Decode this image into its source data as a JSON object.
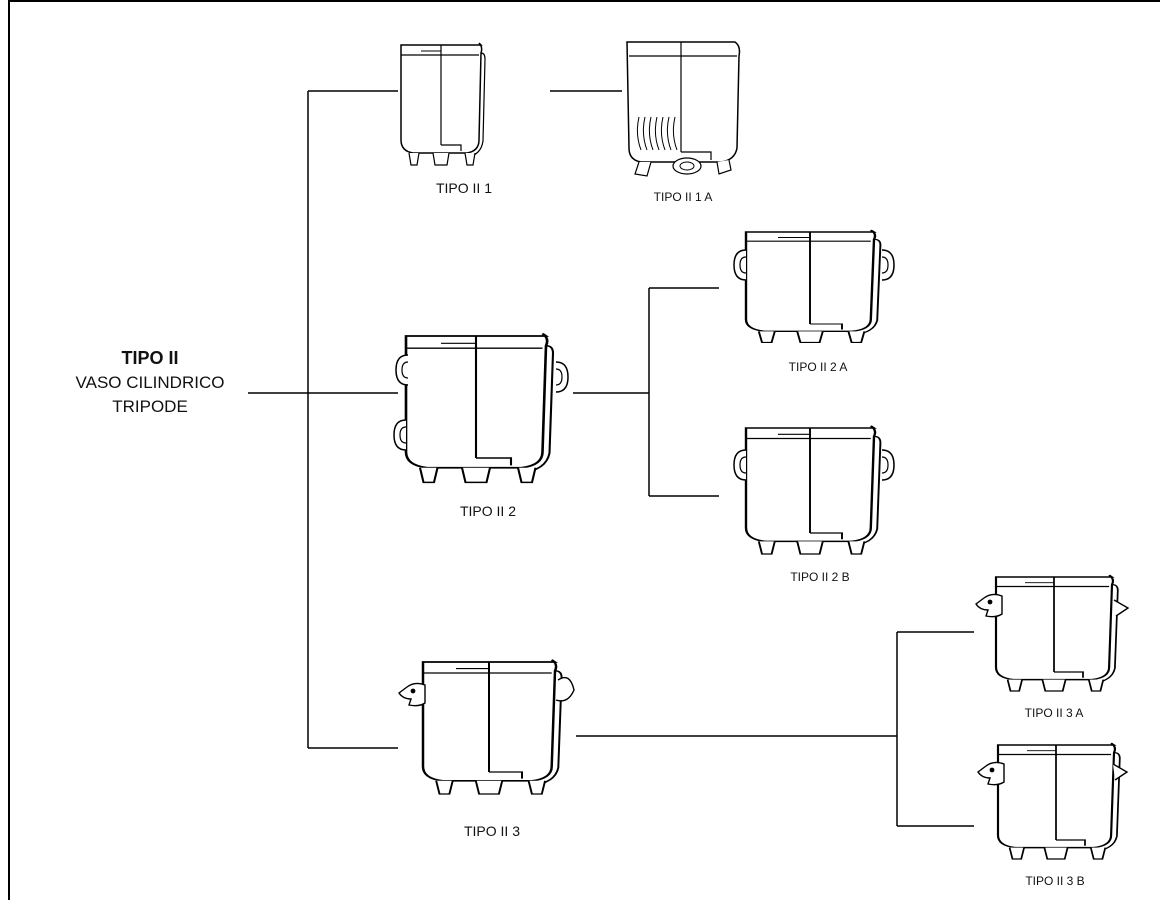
{
  "root": {
    "title": "TIPO II",
    "line1": "VASO CILINDRICO",
    "line2": "TRIPODE"
  },
  "vessels": {
    "t1": "TIPO II 1",
    "t1a": "TIPO II 1 A",
    "t2": "TIPO II 2",
    "t2a": "TIPO II 2 A",
    "t2b": "TIPO II 2 B",
    "t3": "TIPO II 3",
    "t3a": "TIPO II 3 A",
    "t3b": "TIPO II 3 B"
  }
}
